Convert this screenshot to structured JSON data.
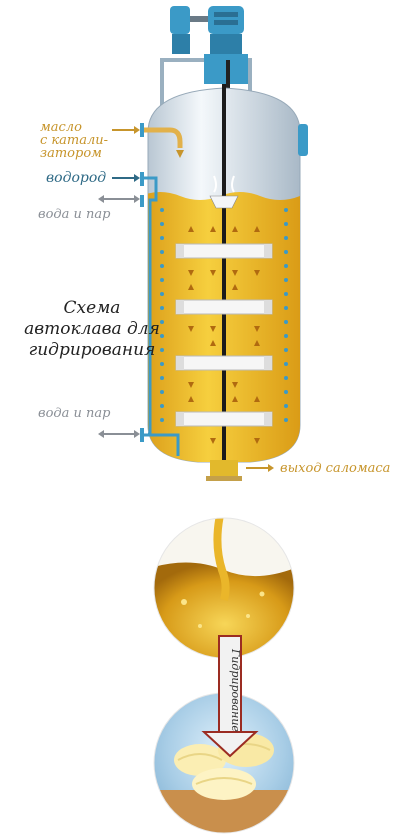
{
  "diagram": {
    "title": "Схема автоклава для гидрирования",
    "labels": {
      "oil_in": [
        "масло",
        "с катали-",
        "затором"
      ],
      "hydrogen": "водород",
      "water_steam_top": "вода и пар",
      "water_steam_bottom": "вода и пар",
      "output": "выход саломаса"
    },
    "process_label": "Гидрирование",
    "colors": {
      "tank_body": "#dfe8ef",
      "liquid": "#f1c12c",
      "pipe": "#3b9ac7",
      "oil_arrow": "#c7952c",
      "water_arrow": "#8a8f96"
    }
  }
}
